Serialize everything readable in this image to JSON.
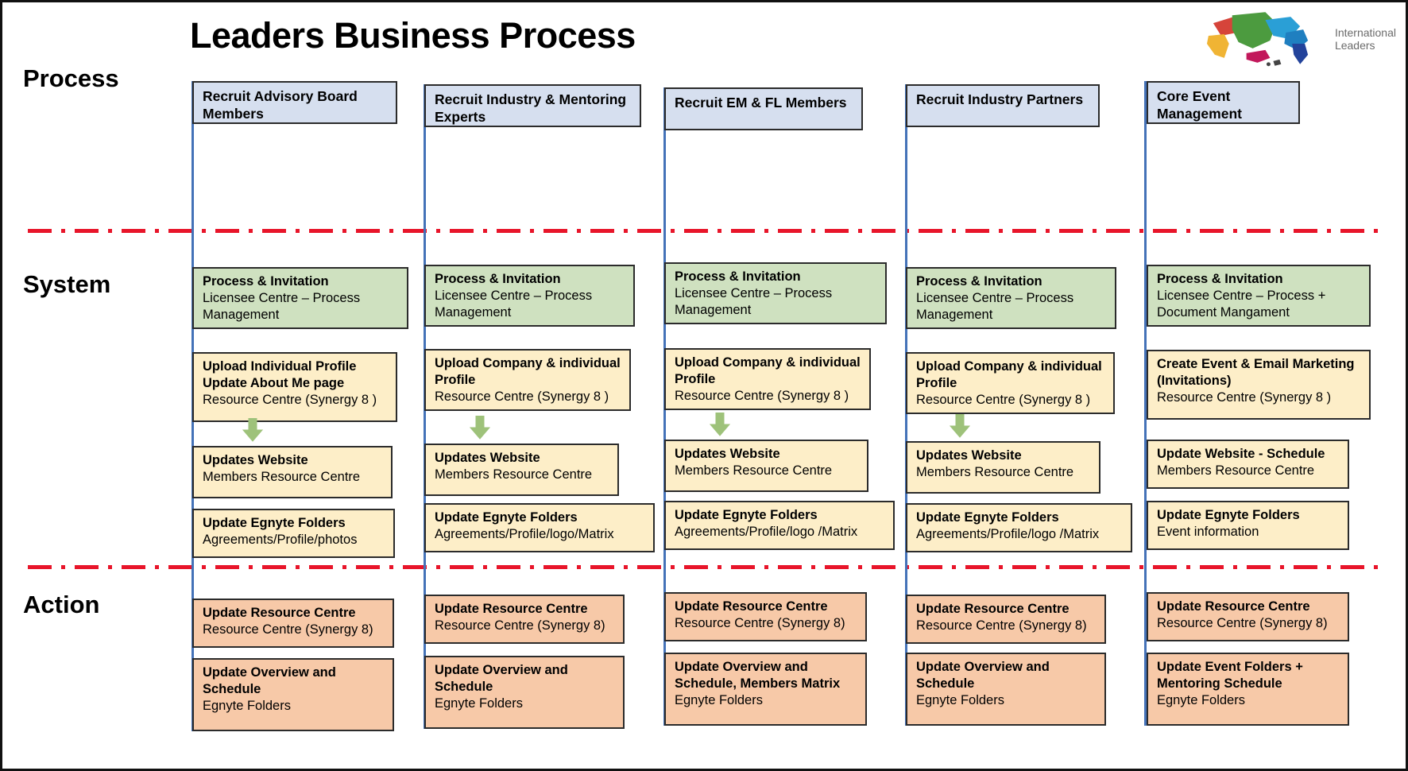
{
  "title": "Leaders Business Process",
  "logo": {
    "name": "international-leaders-logo",
    "line1": "International",
    "line2": "Leaders"
  },
  "row_labels": {
    "process": "Process",
    "system": "System",
    "action": "Action"
  },
  "columns": [
    {
      "process": {
        "title": "Recruit Advisory Board Members"
      },
      "system": [
        {
          "color": "green",
          "head": "Process & Invitation",
          "sub": "Licensee Centre – Process Management"
        },
        {
          "color": "yellow",
          "head": "Upload Individual Profile Update About Me page",
          "sub": "Resource Centre (Synergy 8 )"
        },
        {
          "color": "yellow",
          "head": "Updates Website",
          "sub": "Members Resource Centre"
        },
        {
          "color": "yellow",
          "head": "Update Egnyte Folders",
          "sub": "Agreements/Profile/photos"
        }
      ],
      "action": [
        {
          "color": "orange",
          "head": "Update Resource Centre",
          "sub": "Resource Centre (Synergy 8)"
        },
        {
          "color": "orange",
          "head": "Update Overview and Schedule",
          "sub": "Egnyte Folders"
        }
      ]
    },
    {
      "process": {
        "title": "Recruit Industry & Mentoring Experts"
      },
      "system": [
        {
          "color": "green",
          "head": "Process & Invitation",
          "sub": "Licensee Centre – Process Management"
        },
        {
          "color": "yellow",
          "head": "Upload Company & individual Profile",
          "sub": "Resource Centre (Synergy 8 )"
        },
        {
          "color": "yellow",
          "head": "Updates Website",
          "sub": "Members Resource Centre"
        },
        {
          "color": "yellow",
          "head": "Update Egnyte Folders",
          "sub": "Agreements/Profile/logo/Matrix"
        }
      ],
      "action": [
        {
          "color": "orange",
          "head": "Update Resource Centre",
          "sub": "Resource Centre (Synergy 8)"
        },
        {
          "color": "orange",
          "head": "Update Overview and Schedule",
          "sub": "Egnyte Folders"
        }
      ]
    },
    {
      "process": {
        "title": "Recruit EM & FL Members"
      },
      "system": [
        {
          "color": "green",
          "head": "Process & Invitation",
          "sub": "Licensee Centre – Process Management"
        },
        {
          "color": "yellow",
          "head": "Upload Company & individual Profile",
          "sub": "Resource Centre (Synergy 8 )"
        },
        {
          "color": "yellow",
          "head": "Updates Website",
          "sub": "Members Resource Centre"
        },
        {
          "color": "yellow",
          "head": "Update Egnyte Folders",
          "sub": "Agreements/Profile/logo /Matrix"
        }
      ],
      "action": [
        {
          "color": "orange",
          "head": "Update Resource Centre",
          "sub": "Resource Centre (Synergy 8)"
        },
        {
          "color": "orange",
          "head": "Update Overview and Schedule, Members Matrix",
          "sub": "Egnyte Folders"
        }
      ]
    },
    {
      "process": {
        "title": "Recruit Industry Partners"
      },
      "system": [
        {
          "color": "green",
          "head": "Process & Invitation",
          "sub": "Licensee Centre – Process Management"
        },
        {
          "color": "yellow",
          "head": "Upload Company & individual Profile",
          "sub": "Resource Centre (Synergy 8 )"
        },
        {
          "color": "yellow",
          "head": "Updates Website",
          "sub": "Members Resource Centre"
        },
        {
          "color": "yellow",
          "head": "Update Egnyte Folders",
          "sub": "Agreements/Profile/logo /Matrix"
        }
      ],
      "action": [
        {
          "color": "orange",
          "head": "Update Resource Centre",
          "sub": "Resource Centre (Synergy 8)"
        },
        {
          "color": "orange",
          "head": "Update Overview and Schedule",
          "sub": "Egnyte Folders"
        }
      ]
    },
    {
      "process": {
        "title": "Core Event Management"
      },
      "system": [
        {
          "color": "green",
          "head": "Process & Invitation",
          "sub": "Licensee Centre – Process + Document Mangament"
        },
        {
          "color": "yellow",
          "head": "Create Event & Email Marketing (Invitations)",
          "sub": "Resource Centre (Synergy 8 )"
        },
        {
          "color": "yellow",
          "head": "Update Website - Schedule",
          "sub": "Members Resource Centre"
        },
        {
          "color": "yellow",
          "head": "Update Egnyte Folders",
          "sub": "Event information"
        }
      ],
      "action": [
        {
          "color": "orange",
          "head": "Update Resource Centre",
          "sub": "Resource Centre (Synergy 8)"
        },
        {
          "color": "orange",
          "head": "Update Event Folders + Mentoring Schedule",
          "sub": "Egnyte Folders"
        }
      ]
    }
  ],
  "colors": {
    "process_fill": "#d6dfef",
    "green_fill": "#cfe1c0",
    "yellow_fill": "#fdeec8",
    "orange_fill": "#f7c9a8",
    "separator": "#e8152a",
    "connector": "#4472b8"
  }
}
